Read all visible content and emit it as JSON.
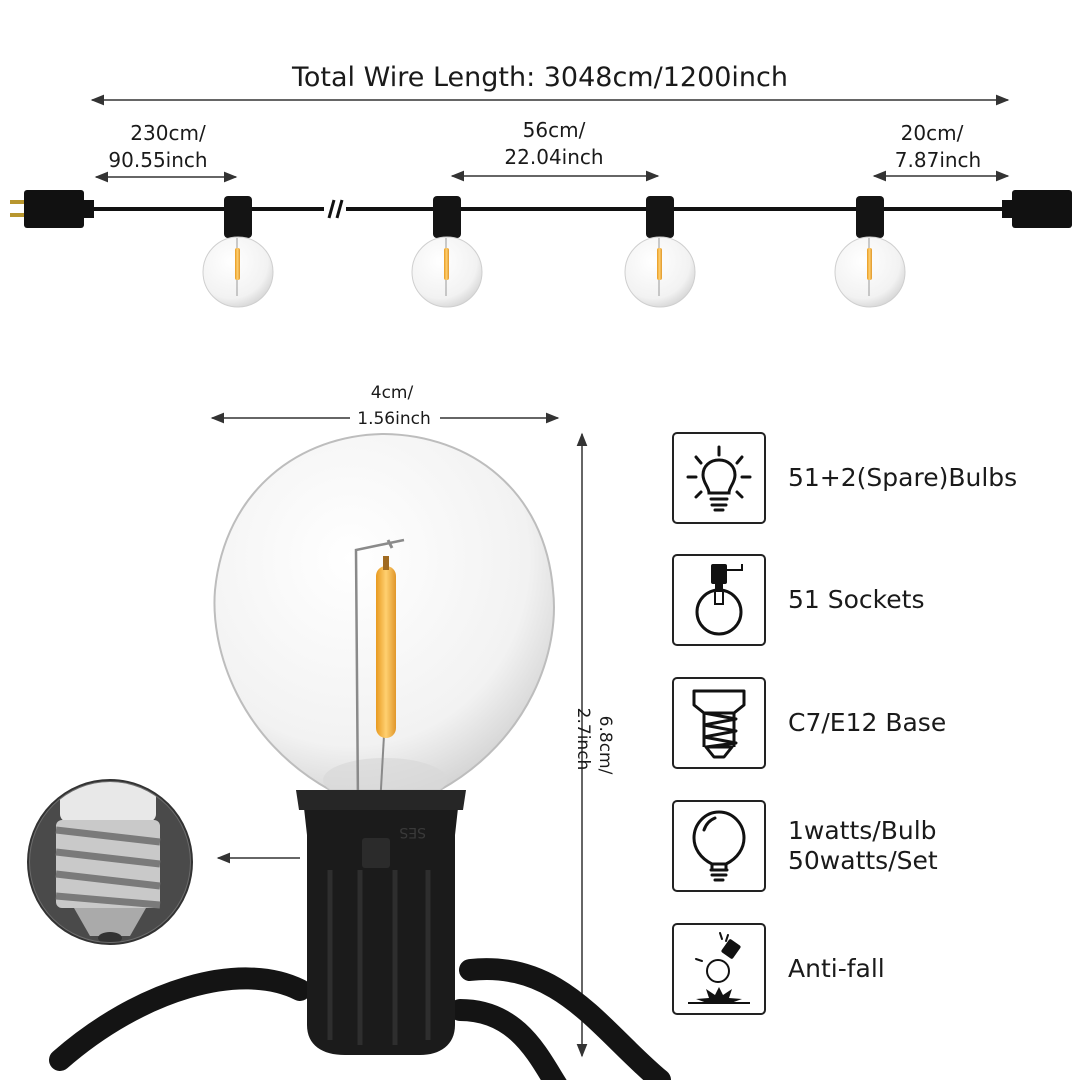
{
  "top": {
    "total_length": "Total Wire Length: 3048cm/1200inch",
    "dim_first_line1": "230cm/",
    "dim_first_line2": "90.55inch",
    "dim_spacing_line1": "56cm/",
    "dim_spacing_line2": "22.04inch",
    "dim_end_line1": "20cm/",
    "dim_end_line2": "7.87inch"
  },
  "bulb": {
    "width_line1": "4cm/",
    "width_line2": "1.56inch",
    "height_line1": "6.8cm/",
    "height_line2": "2.7inch",
    "socket_mark": "SES"
  },
  "features": [
    {
      "icon": "bulb-glow-icon",
      "label": "51+2(Spare)Bulbs"
    },
    {
      "icon": "socket-bulb-icon",
      "label": "51 Sockets"
    },
    {
      "icon": "screw-base-icon",
      "label": "C7/E12 Base"
    },
    {
      "icon": "globe-bulb-icon",
      "label": "1watts/Bulb\n50watts/Set"
    },
    {
      "icon": "anti-fall-icon",
      "label": "Anti-fall"
    }
  ],
  "colors": {
    "wire": "#111111",
    "filament": "#f0b840",
    "glass": "#f4f4f4"
  }
}
